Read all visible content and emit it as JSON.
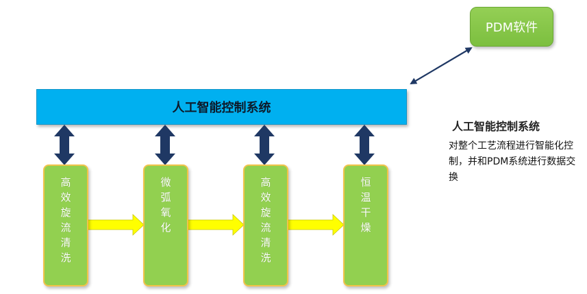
{
  "pdm_box": {
    "label": "PDM软件"
  },
  "control_system": {
    "title": "人工智能控制系统"
  },
  "steps": [
    {
      "label": "高效旋流清洗"
    },
    {
      "label": "微弧氧化"
    },
    {
      "label": "高效旋流清洗"
    },
    {
      "label": "恒温干燥"
    }
  ],
  "description": {
    "title": "人工智能控制系统",
    "text": "对整个工艺流程进行智能化控制，并和PDM系统进行数据交换"
  },
  "colors": {
    "banner": "#00b0f0",
    "step_fill": "#92d050",
    "step_border": "#f2c34a",
    "pdm_fill": "#92d050",
    "vertical_arrow": "#1f3864",
    "horizontal_arrow": "#ffff00",
    "pdm_link": "#1f3864"
  },
  "icons": {
    "vertical_links": "double-arrow-vertical-icon",
    "flow_links": "arrow-right-icon",
    "pdm_link": "double-arrow-diagonal-icon"
  }
}
